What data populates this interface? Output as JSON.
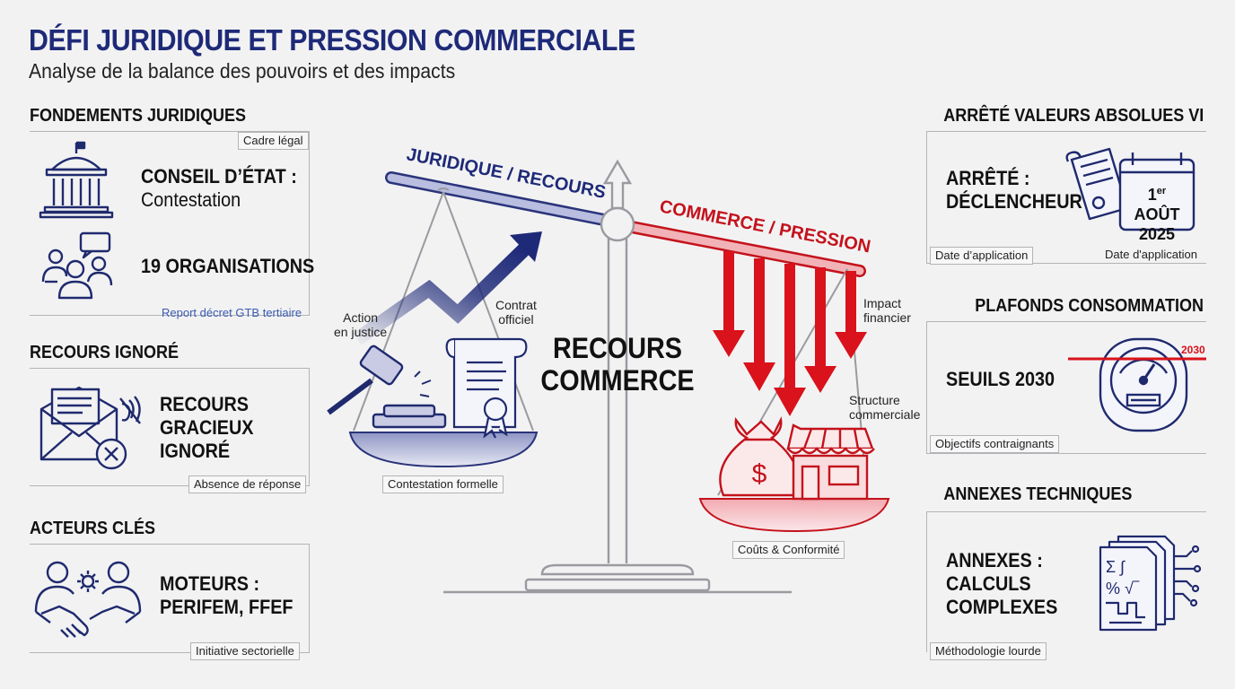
{
  "header": {
    "title": "DÉFI JURIDIQUE ET PRESSION COMMERCIALE",
    "subtitle": "Analyse de la balance des pouvoirs et des impacts"
  },
  "left": {
    "fondements": {
      "heading": "FONDEMENTS JURIDIQUES",
      "tag_top": "Cadre légal",
      "conseil_bold": "CONSEIL D’ÉTAT :",
      "conseil_normal": "Contestation",
      "organisations": "19 ORGANISATIONS",
      "link": "Report décret GTB tertiaire"
    },
    "recours": {
      "heading": "RECOURS IGNORÉ",
      "lines": [
        "RECOURS",
        "GRACIEUX",
        "IGNORÉ"
      ],
      "tag": "Absence de réponse"
    },
    "acteurs": {
      "heading": "ACTEURS CLÉS",
      "lines": [
        "MOTEURS :",
        "PERIFEM, FFEF"
      ],
      "tag": "Initiative sectorielle"
    }
  },
  "center": {
    "beam_left_label": "JURIDIQUE / RECOURS",
    "beam_right_label": "COMMERCE / PRESSION",
    "center_lines": [
      "RECOURS",
      "COMMERCE"
    ],
    "action_lines": [
      "Action",
      "en justice"
    ],
    "contrat_lines": [
      "Contrat",
      "officiel"
    ],
    "impact_lines": [
      "Impact",
      "financier"
    ],
    "structure_lines": [
      "Structure",
      "commerciale"
    ],
    "left_pan_tag": "Contestation formelle",
    "right_pan_tag": "Coûts & Conformité",
    "money_symbol": "$"
  },
  "right": {
    "arrete": {
      "heading": "ARRÊTÉ VALEURS ABSOLUES VI",
      "lines": [
        "ARRÊTÉ :",
        "DÉCLENCHEUR"
      ],
      "date_sup": "er",
      "date_day": "1",
      "date_month": "AOÛT",
      "date_year": "2025",
      "tag_left": "Date d’application",
      "tag_right": "Date d'application"
    },
    "plafonds": {
      "heading": "PLAFONDS CONSOMMATION",
      "text": "SEUILS 2030",
      "gauge_year": "2030",
      "tag": "Objectifs contraignants"
    },
    "annexes": {
      "heading": "ANNEXES TECHNIQUES",
      "lines": [
        "ANNEXES :",
        "CALCULS",
        "COMPLEXES"
      ],
      "tag": "Méthodologie lourde"
    }
  },
  "colors": {
    "navy": "#1e2a78",
    "red": "#d9121b",
    "icon": "#1f2a6e"
  }
}
